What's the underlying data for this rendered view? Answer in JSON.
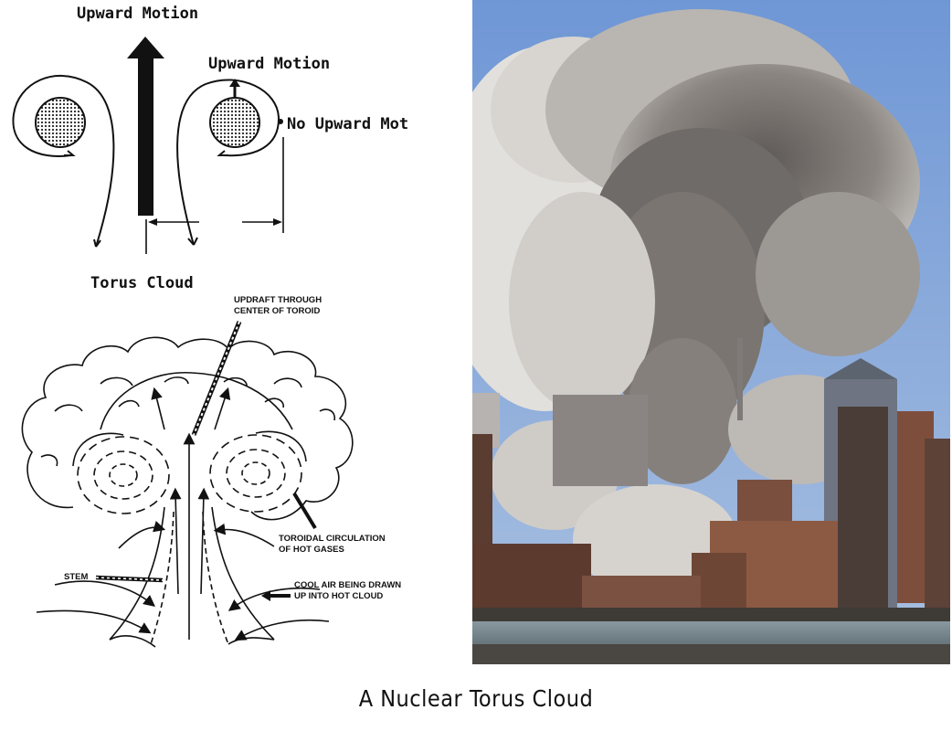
{
  "top_diagram": {
    "upward_motion_main": "Upward Motion",
    "upward_motion_side": "Upward Motion",
    "no_upward_motion": "No Upward Mot",
    "title": "Torus Cloud"
  },
  "bottom_diagram": {
    "updraft": [
      "UPDRAFT THROUGH",
      "CENTER OF TOROID"
    ],
    "toroidal": [
      "TOROIDAL CIRCULATION",
      "OF HOT GASES"
    ],
    "stem": "STEM",
    "cool_air": [
      "COOL AIR  BEING DRAWN",
      "UP INTO HOT CLOUD"
    ]
  },
  "photo": {
    "description_icon": "smoke-cloud-over-city-photo"
  },
  "caption": "A Nuclear Torus Cloud",
  "colors": {
    "sky": "#7fa3d8",
    "smoke": "#8a8580",
    "water": "#6f7f86"
  }
}
